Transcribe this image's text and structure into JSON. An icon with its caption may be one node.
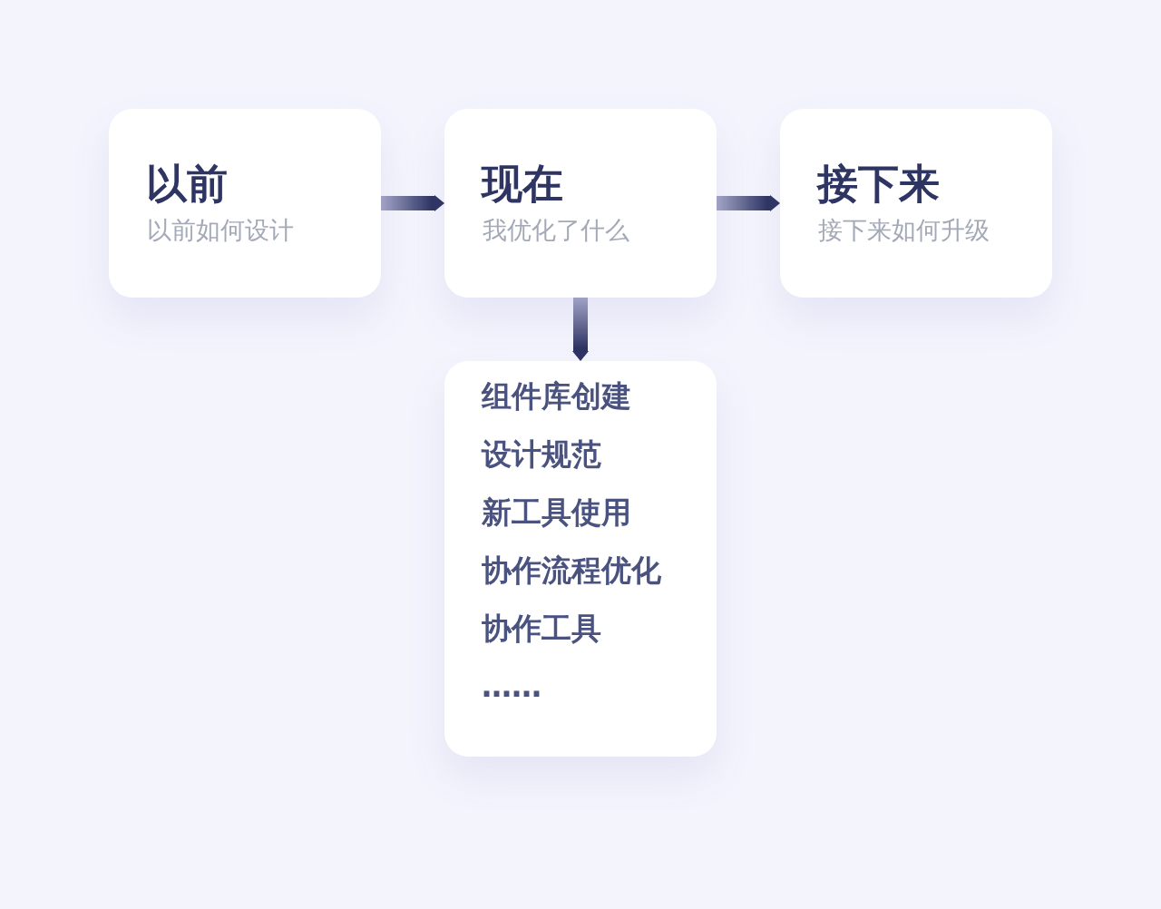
{
  "diagram": {
    "nodes": [
      {
        "text": [
          "以前",
          "以前如何设计"
        ]
      },
      {
        "text": [
          "现在",
          "我优化了什么"
        ]
      },
      {
        "text": [
          "接下来",
          "接下来如何升级"
        ]
      },
      {
        "text": [
          "组件库创建",
          "设计规范",
          "新工具使用",
          "协作流程优化",
          "协作工具",
          "……"
        ]
      }
    ],
    "edges": [
      {
        "from": 0,
        "to": 1,
        "arrow": "to"
      },
      {
        "from": 1,
        "to": 2,
        "arrow": "to"
      },
      {
        "from": 1,
        "to": 3,
        "arrow": "to"
      }
    ]
  }
}
